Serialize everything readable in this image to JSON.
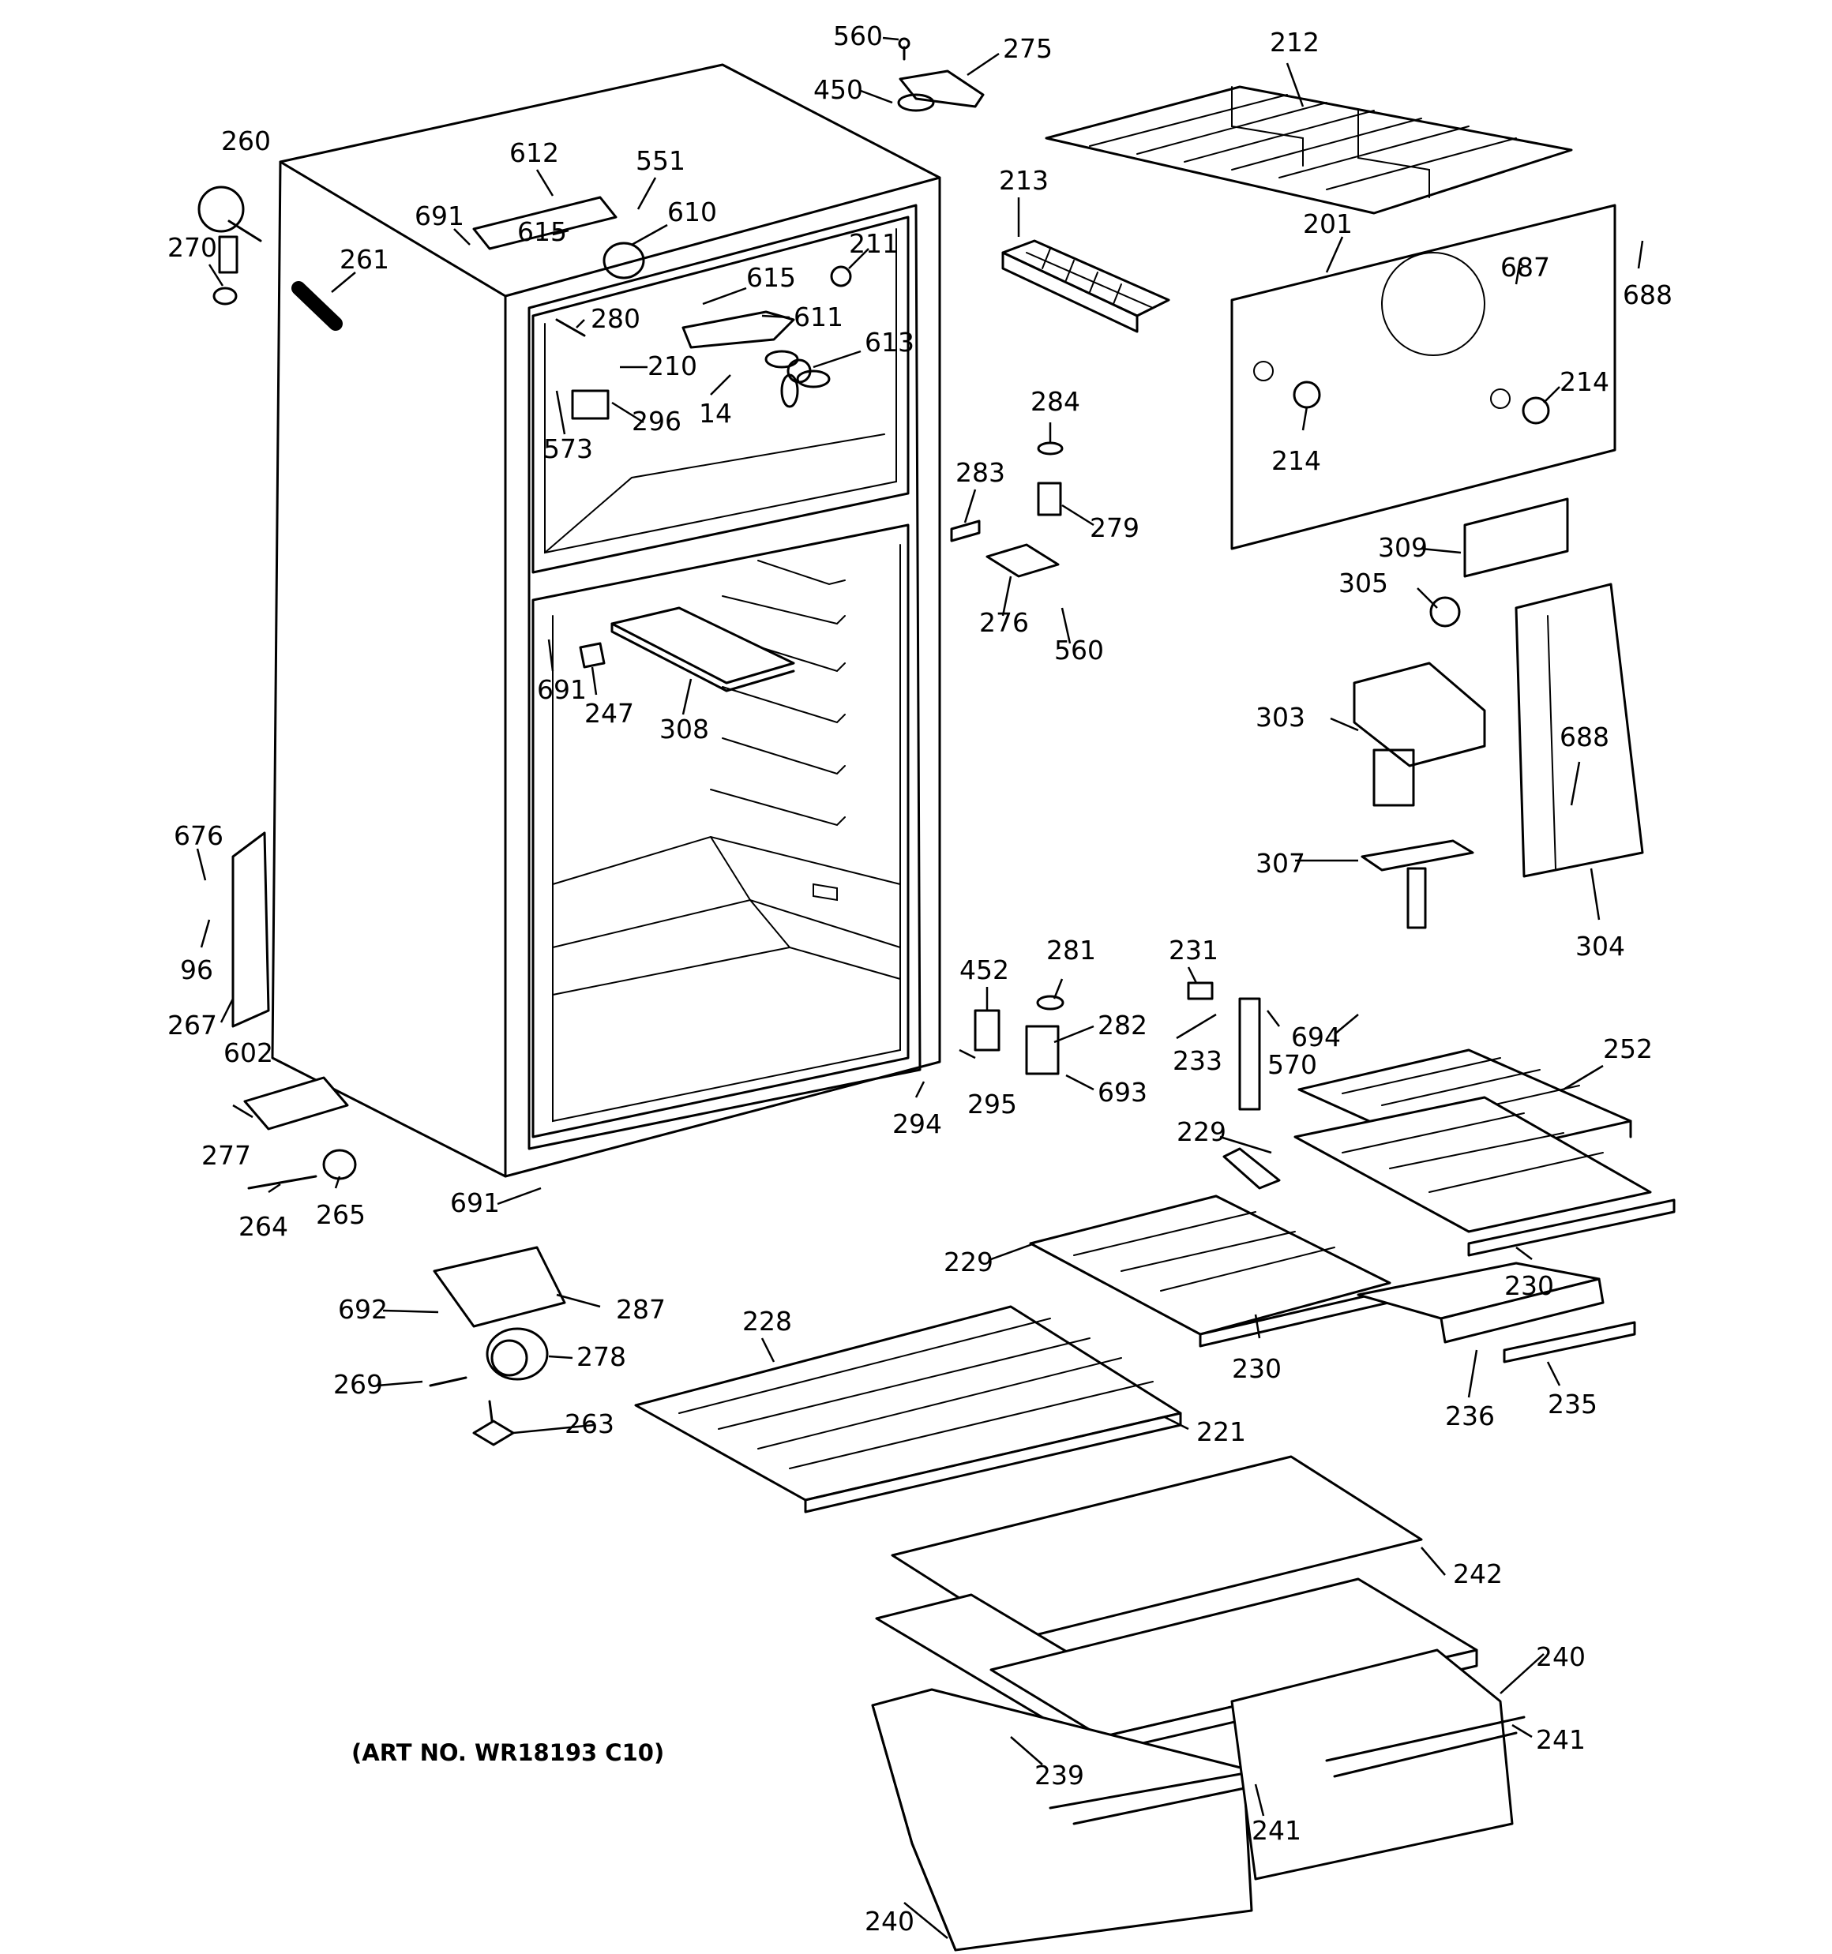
{
  "art_number": "(ART NO. WR18193 C10)",
  "callouts": [
    {
      "id": "c560a",
      "text": "560"
    },
    {
      "id": "c275",
      "text": "275"
    },
    {
      "id": "c450",
      "text": "450"
    },
    {
      "id": "c212",
      "text": "212"
    },
    {
      "id": "c260",
      "text": "260"
    },
    {
      "id": "c612",
      "text": "612"
    },
    {
      "id": "c551",
      "text": "551"
    },
    {
      "id": "c213",
      "text": "213"
    },
    {
      "id": "c691a",
      "text": "691"
    },
    {
      "id": "c615a",
      "text": "615"
    },
    {
      "id": "c610",
      "text": "610"
    },
    {
      "id": "c201",
      "text": "201"
    },
    {
      "id": "c270",
      "text": "270"
    },
    {
      "id": "c261",
      "text": "261"
    },
    {
      "id": "c211",
      "text": "211"
    },
    {
      "id": "c687",
      "text": "687"
    },
    {
      "id": "c688a",
      "text": "688"
    },
    {
      "id": "c615b",
      "text": "615"
    },
    {
      "id": "c611",
      "text": "611"
    },
    {
      "id": "c280",
      "text": "280"
    },
    {
      "id": "c613",
      "text": "613"
    },
    {
      "id": "c210",
      "text": "210"
    },
    {
      "id": "c284",
      "text": "284"
    },
    {
      "id": "c214a",
      "text": "214"
    },
    {
      "id": "c296",
      "text": "296"
    },
    {
      "id": "c14",
      "text": "14"
    },
    {
      "id": "c573",
      "text": "573"
    },
    {
      "id": "c214b",
      "text": "214"
    },
    {
      "id": "c283",
      "text": "283"
    },
    {
      "id": "c279",
      "text": "279"
    },
    {
      "id": "c309",
      "text": "309"
    },
    {
      "id": "c305",
      "text": "305"
    },
    {
      "id": "c276",
      "text": "276"
    },
    {
      "id": "c560b",
      "text": "560"
    },
    {
      "id": "c691b",
      "text": "691"
    },
    {
      "id": "c247",
      "text": "247"
    },
    {
      "id": "c308",
      "text": "308"
    },
    {
      "id": "c303",
      "text": "303"
    },
    {
      "id": "c688b",
      "text": "688"
    },
    {
      "id": "c676",
      "text": "676"
    },
    {
      "id": "c307",
      "text": "307"
    },
    {
      "id": "c96",
      "text": "96"
    },
    {
      "id": "c452",
      "text": "452"
    },
    {
      "id": "c281",
      "text": "281"
    },
    {
      "id": "c231",
      "text": "231"
    },
    {
      "id": "c304",
      "text": "304"
    },
    {
      "id": "c267",
      "text": "267"
    },
    {
      "id": "c282",
      "text": "282"
    },
    {
      "id": "c694",
      "text": "694"
    },
    {
      "id": "c602",
      "text": "602"
    },
    {
      "id": "c233",
      "text": "233"
    },
    {
      "id": "c570",
      "text": "570"
    },
    {
      "id": "c252",
      "text": "252"
    },
    {
      "id": "c693",
      "text": "693"
    },
    {
      "id": "c295",
      "text": "295"
    },
    {
      "id": "c294",
      "text": "294"
    },
    {
      "id": "c277",
      "text": "277"
    },
    {
      "id": "c229a",
      "text": "229"
    },
    {
      "id": "c691c",
      "text": "691"
    },
    {
      "id": "c264",
      "text": "264"
    },
    {
      "id": "c265",
      "text": "265"
    },
    {
      "id": "c229b",
      "text": "229"
    },
    {
      "id": "c230a",
      "text": "230"
    },
    {
      "id": "c692",
      "text": "692"
    },
    {
      "id": "c287",
      "text": "287"
    },
    {
      "id": "c228",
      "text": "228"
    },
    {
      "id": "c278",
      "text": "278"
    },
    {
      "id": "c230b",
      "text": "230"
    },
    {
      "id": "c269",
      "text": "269"
    },
    {
      "id": "c236",
      "text": "236"
    },
    {
      "id": "c235",
      "text": "235"
    },
    {
      "id": "c263",
      "text": "263"
    },
    {
      "id": "c221",
      "text": "221"
    },
    {
      "id": "c242",
      "text": "242"
    },
    {
      "id": "c240a",
      "text": "240"
    },
    {
      "id": "c241a",
      "text": "241"
    },
    {
      "id": "c239",
      "text": "239"
    },
    {
      "id": "c241b",
      "text": "241"
    },
    {
      "id": "c240b",
      "text": "240"
    }
  ]
}
